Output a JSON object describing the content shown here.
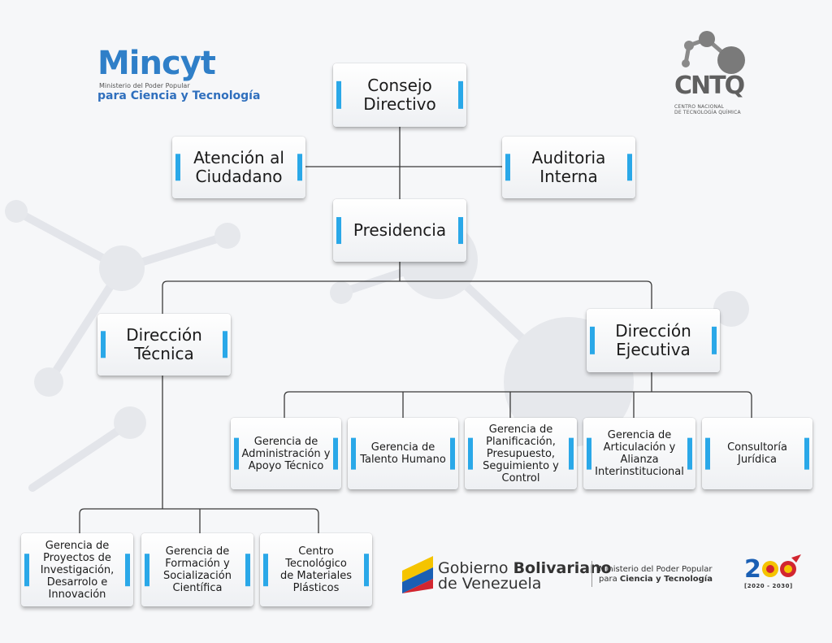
{
  "colors": {
    "accent": "#2aa8e8",
    "line": "#3a3a3a",
    "bg": "#f6f7f9"
  },
  "logos": {
    "mincyt": {
      "word": "Mincyt",
      "line1": "Ministerio del Poder Popular",
      "line2": "para Ciencia y Tecnología"
    },
    "cntq": {
      "word": "CNTQ",
      "sub": "CENTRO NACIONAL\nDE TECNOLOGÍA QUÍMICA"
    },
    "gobierno": {
      "part1": "Gobierno ",
      "part1_bold": "Bolivariano",
      "part2": "de Venezuela",
      "ministerio1": "Ministerio del Poder Popular",
      "ministerio2_pre": "para ",
      "ministerio2_bold": "Ciencia y Tecnología"
    },
    "bicentenario": {
      "range": "[2020 - 2030]"
    }
  },
  "org": {
    "consejo": "Consejo\nDirectivo",
    "atencion": "Atención al\nCiudadano",
    "auditoria": "Auditoria\nInterna",
    "presidencia": "Presidencia",
    "dir_tecnica": "Dirección\nTécnica",
    "dir_ejecutiva": "Dirección\nEjecutiva",
    "ejecutiva_units": [
      "Gerencia de\nAdministración y\nApoyo Técnico",
      "Gerencia de\nTalento Humano",
      "Gerencia de\nPlanificación,\nPresupuesto,\nSeguimiento y\nControl",
      "Gerencia de\nArticulación y\nAlianza\nInterinstitucional",
      "Consultoría\nJurídica"
    ],
    "tecnica_units": [
      "Gerencia de\nProyectos de\nInvestigación,\nDesarrolo e\nInnovación",
      "Gerencia de\nFormación y\nSocialización\nCientífica",
      "Centro\nTecnológico\nde Materiales\nPlásticos"
    ]
  }
}
